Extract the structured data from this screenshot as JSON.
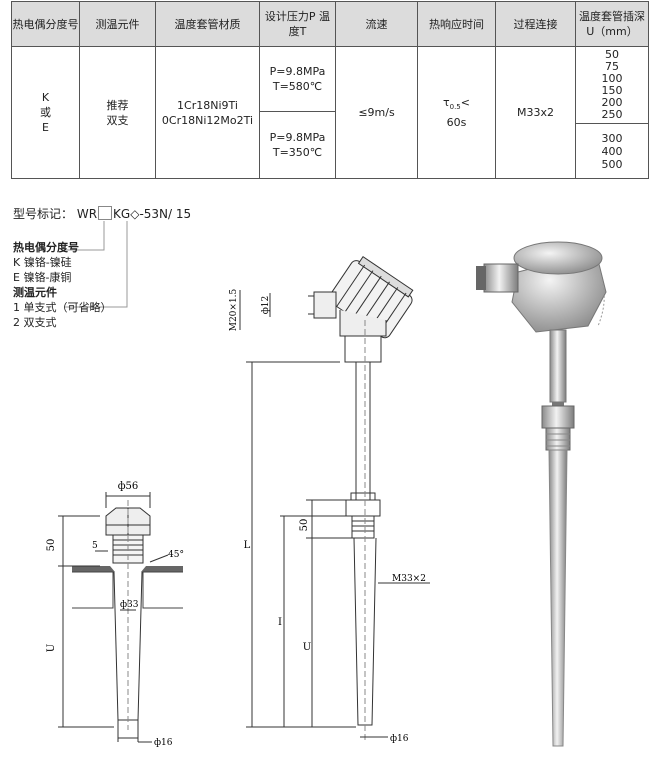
{
  "table": {
    "headers": [
      "热电偶分度号",
      "测温元件",
      "温度套管材质",
      "设计压力P 温度T",
      "流速",
      "热响应时间",
      "过程连接",
      "温度套管插深U（mm）"
    ],
    "graduation": [
      "K",
      "或",
      "E"
    ],
    "element": [
      "推荐",
      "双支"
    ],
    "materials": [
      "1Cr18Ni9Ti",
      "0Cr18Ni12Mo2Ti"
    ],
    "pressure1": [
      "P=9.8MPa",
      "T=580℃"
    ],
    "pressure2": [
      "P=9.8MPa",
      "T=350℃"
    ],
    "flow": "≤9m/s",
    "response_tau": "τ",
    "response_sub": "0.5",
    "response_lt": "<",
    "response_time": "60s",
    "connection": "M33x2",
    "depth1": [
      "50",
      "75",
      "100",
      "150",
      "200",
      "250"
    ],
    "depth2": [
      "300",
      "400",
      "500"
    ]
  },
  "model": {
    "label": "型号标记：",
    "prefix": "WR",
    "middle": "KG◇-53N/ 15"
  },
  "legend": {
    "graduation_title": "热电偶分度号",
    "graduation_items": [
      "K 镍铬-镍硅",
      "E 镍铬-康铜"
    ],
    "element_title": "测温元件",
    "element_items": [
      "1 单支式（可省略）",
      "2 双支式"
    ]
  },
  "dims": {
    "d56": "ф56",
    "h50a": "50",
    "w5": "5",
    "angle45": "45°",
    "d33": "ф33",
    "uA": "U",
    "d16a": "ф16",
    "m20": "M20×1.5",
    "d12": "ф12",
    "L": "L",
    "I": "I",
    "h50b": "50",
    "m33": "M33×2",
    "uB": "U",
    "d16b": "ф16"
  }
}
